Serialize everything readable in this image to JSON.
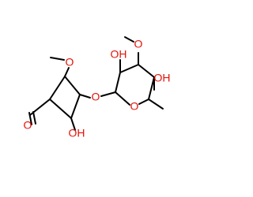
{
  "colors": {
    "bond": "#000000",
    "oxygen": "#e0140a"
  },
  "atom_labels": {
    "aldehyde_o": "O",
    "methoxy_o_left": "O",
    "hydroxyl_left": "OH",
    "glycosidic_o": "O",
    "ring_o": "O",
    "hydroxyl_c2": "OH",
    "methoxy_o_right": "O",
    "hydroxyl_c4": "OH"
  }
}
